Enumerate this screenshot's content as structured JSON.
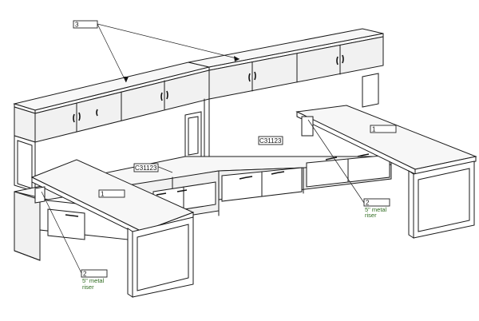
{
  "callouts": {
    "overhead": "3",
    "desk_left": "1",
    "desk_right": "1",
    "riser_left": {
      "tag": "2",
      "line1": "5\" metal",
      "line2": "riser"
    },
    "riser_right": {
      "tag": "2",
      "line1": "5\" metal",
      "line2": "riser"
    },
    "code_left": "C31123",
    "code_right": "C31123"
  }
}
